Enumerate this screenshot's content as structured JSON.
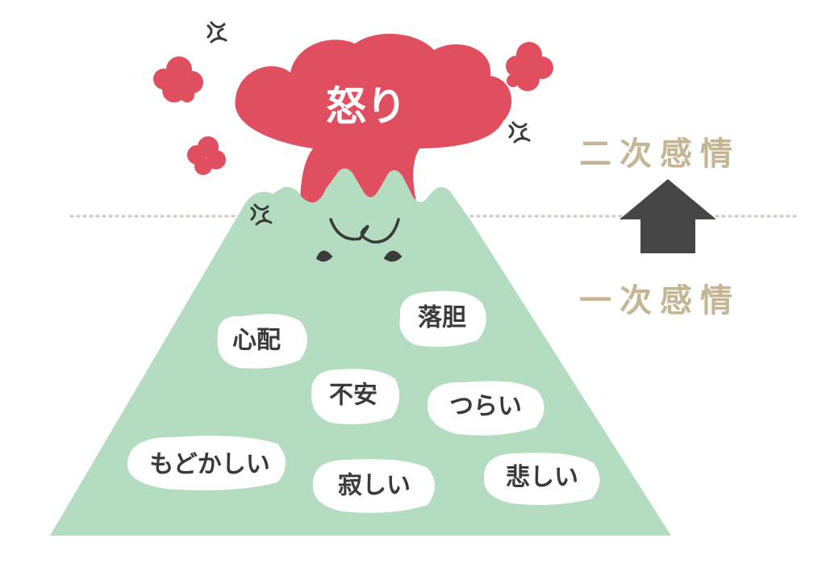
{
  "colors": {
    "mountain": "#b3dcc1",
    "anger": "#e04f5f",
    "label": "#c4b594",
    "arrow": "#454545",
    "line": "#d2c7aa",
    "text_dark": "#3a3a3a"
  },
  "diagram": {
    "top_label": "怒り",
    "secondary_label": "二次感情",
    "primary_label": "一次感情",
    "emotions": [
      {
        "text": "心配"
      },
      {
        "text": "落胆"
      },
      {
        "text": "不安"
      },
      {
        "text": "つらい"
      },
      {
        "text": "もどかしい"
      },
      {
        "text": "寂しい"
      },
      {
        "text": "悲しい"
      }
    ]
  },
  "icons": [
    "anger-vein-icon",
    "up-arrow-icon",
    "angry-face-icon"
  ]
}
